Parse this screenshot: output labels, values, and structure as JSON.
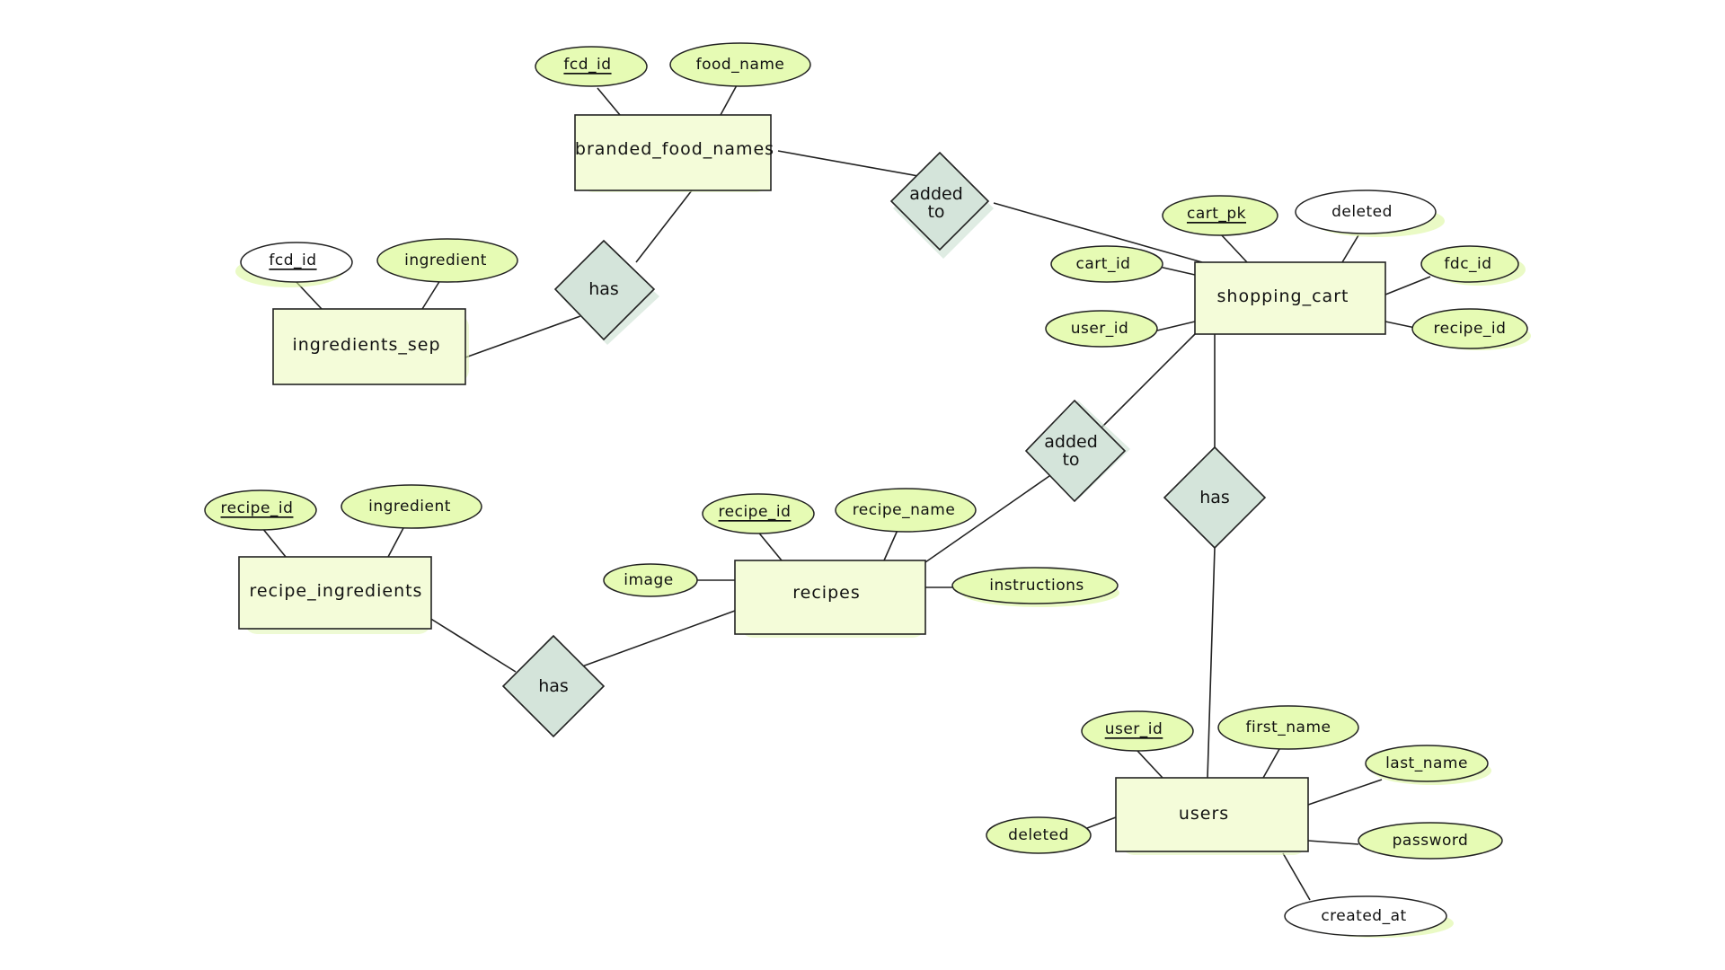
{
  "entities": {
    "branded_food_names": "branded_food_names",
    "ingredients_sep": "ingredients_sep",
    "shopping_cart": "shopping_cart",
    "recipe_ingredients": "recipe_ingredients",
    "recipes": "recipes",
    "users": "users"
  },
  "attributes": {
    "bfn_fcd_id": "fcd_id",
    "bfn_food_name": "food_name",
    "is_fcd_id": "fcd_id",
    "is_ingredient": "ingredient",
    "sc_cart_pk": "cart_pk",
    "sc_deleted": "deleted",
    "sc_cart_id": "cart_id",
    "sc_fdc_id": "fdc_id",
    "sc_user_id": "user_id",
    "sc_recipe_id": "recipe_id",
    "ri_recipe_id": "recipe_id",
    "ri_ingredient": "ingredient",
    "r_recipe_id": "recipe_id",
    "r_recipe_name": "recipe_name",
    "r_image": "image",
    "r_instructions": "instructions",
    "u_user_id": "user_id",
    "u_first_name": "first_name",
    "u_last_name": "last_name",
    "u_deleted": "deleted",
    "u_password": "password",
    "u_created_at": "created_at"
  },
  "relationships": {
    "bfn_added_to_cart": [
      "added",
      "to"
    ],
    "bfn_has_ingredients": "has",
    "recipes_added_to_cart": [
      "added",
      "to"
    ],
    "cart_has_users": "has",
    "recipes_has_ingredients": "has"
  },
  "colors": {
    "attribute_fill": "#e6fbb4",
    "entity_fill": "#f4fcd9",
    "relationship_fill": "#d4e4da",
    "line": "#222222"
  }
}
